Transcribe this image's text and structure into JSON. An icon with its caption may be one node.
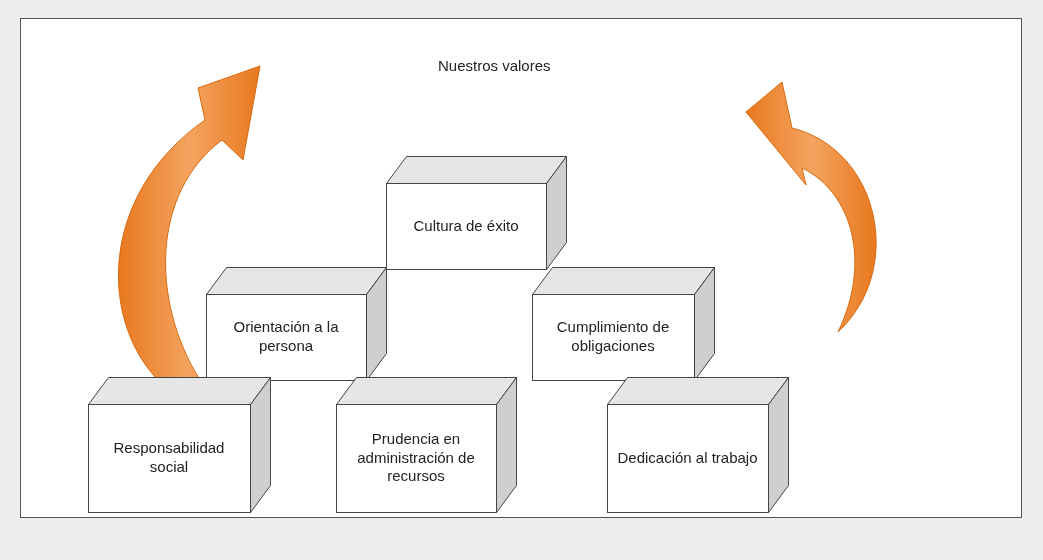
{
  "diagram": {
    "title": "Nuestros valores",
    "nodes": [
      {
        "text": [
          "Cultura de éxito"
        ]
      },
      {
        "text": [
          "Orientación a la persona"
        ]
      },
      {
        "text": [
          "Cumplimiento de obligaciones"
        ]
      },
      {
        "text": [
          "Responsabilidad social"
        ]
      },
      {
        "text": [
          "Prudencia en administración de recursos"
        ]
      },
      {
        "text": [
          "Dedicación al trabajo"
        ]
      }
    ]
  }
}
